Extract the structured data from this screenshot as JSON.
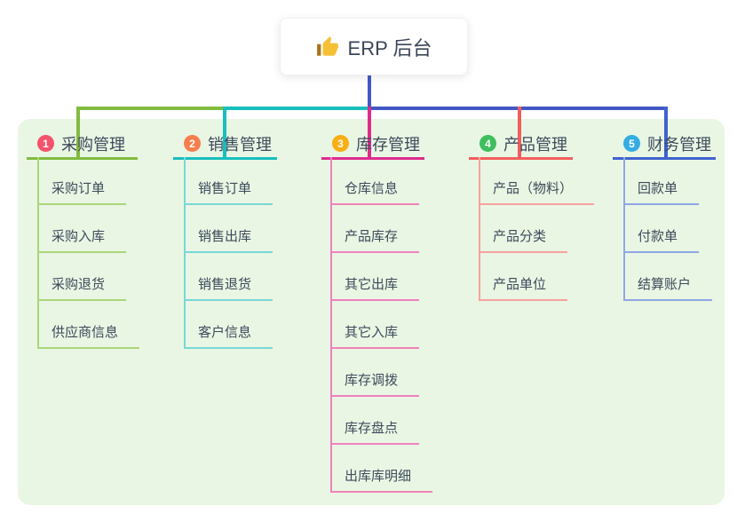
{
  "root": {
    "label": "ERP 后台",
    "icon": "thumbs-up"
  },
  "branches": [
    {
      "number": "1",
      "label": "采购管理",
      "badge_color": "#F5526C",
      "line_color": "#82BB3F",
      "child_line_color": "#ABD57C",
      "children": [
        "采购订单",
        "采购入库",
        "采购退货",
        "供应商信息"
      ]
    },
    {
      "number": "2",
      "label": "销售管理",
      "badge_color": "#F67E4D",
      "line_color": "#19BEBE",
      "child_line_color": "#79D8D5",
      "children": [
        "销售订单",
        "销售出库",
        "销售退货",
        "客户信息"
      ]
    },
    {
      "number": "3",
      "label": "库存管理",
      "badge_color": "#F9AE13",
      "line_color": "#DE2C8C",
      "child_line_color": "#EF83BB",
      "children": [
        "仓库信息",
        "产品库存",
        "其它出库",
        "其它入库",
        "库存调拨",
        "库存盘点",
        "出库库明细"
      ]
    },
    {
      "number": "4",
      "label": "产品管理",
      "badge_color": "#3FBE5D",
      "line_color": "#F15F5C",
      "child_line_color": "#F7A29D",
      "children": [
        "产品（物料）",
        "产品分类",
        "产品单位"
      ]
    },
    {
      "number": "5",
      "label": "财务管理",
      "badge_color": "#35ACE3",
      "line_color": "#3E63CE",
      "child_line_color": "#8FA7E4",
      "children": [
        "回款单",
        "付款单",
        "结算账户"
      ]
    }
  ],
  "colors": {
    "root_connector": "#4458C5",
    "panel_bg": "#E9F6E3",
    "text": "#3D4A5C",
    "root_text": "#3A4656",
    "thumb_hand": "#F5C033",
    "thumb_cuff": "#A8741A"
  }
}
